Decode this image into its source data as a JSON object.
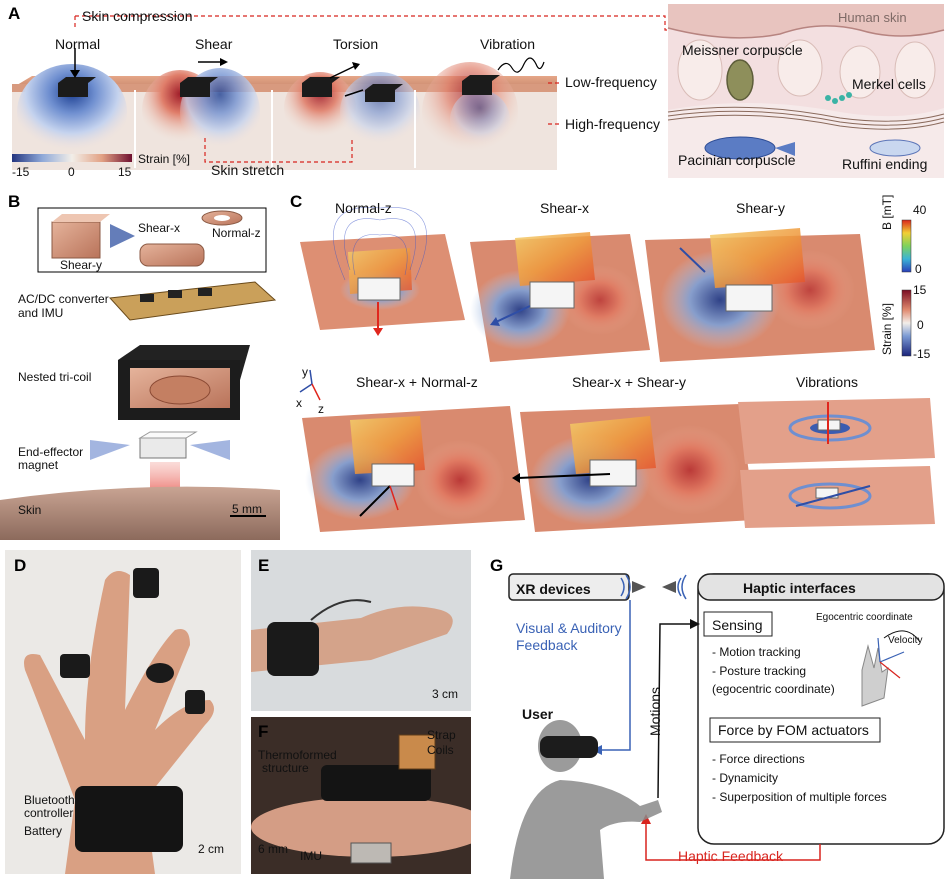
{
  "panels": {
    "A": {
      "label": "A",
      "skin_compression": "Skin compression",
      "skin_stretch": "Skin stretch",
      "modes": [
        "Normal",
        "Shear",
        "Torsion",
        "Vibration"
      ],
      "strain_label": "Strain [%]",
      "strain_ticks": [
        "-15",
        "0",
        "15"
      ],
      "human_skin": "Human skin",
      "meissner": "Meissner corpuscle",
      "merkel": "Merkel cells",
      "low_freq": "Low-frequency",
      "high_freq": "High-frequency",
      "pacinian": "Pacinian corpuscle",
      "ruffini": "Ruffini ending"
    },
    "B": {
      "label": "B",
      "shear_x": "Shear-x",
      "shear_y": "Shear-y",
      "normal_z": "Normal-z",
      "converter": "AC/DC converter\nand IMU",
      "converter_l1": "AC/DC converter",
      "converter_l2": "and IMU",
      "tricoil": "Nested tri-coil",
      "magnet_l1": "End-effector",
      "magnet_l2": "magnet",
      "skin": "Skin",
      "scale": "5 mm"
    },
    "C": {
      "label": "C",
      "titles": [
        "Normal-z",
        "Shear-x",
        "Shear-y",
        "Shear-x + Normal-z",
        "Shear-x + Shear-y",
        "Vibrations"
      ],
      "axes": [
        "y",
        "x",
        "z"
      ],
      "b_label": "B [mT]",
      "b_ticks": [
        "40",
        "0"
      ],
      "strain_label": "Strain [%]",
      "strain_ticks": [
        "15",
        "0",
        "-15"
      ]
    },
    "D": {
      "label": "D",
      "bluetooth_l1": "Bluetooth",
      "bluetooth_l2": "controller",
      "battery": "Battery",
      "scale": "2 cm"
    },
    "E": {
      "label": "E",
      "scale": "3 cm"
    },
    "F": {
      "label": "F",
      "strap": "Strap",
      "coils": "Coils",
      "thermo_l1": "Thermoformed",
      "thermo_l2": "structure",
      "scale": "6 mm",
      "imu": "IMU"
    },
    "G": {
      "label": "G",
      "xr_devices": "XR devices",
      "haptic_interfaces": "Haptic interfaces",
      "visual_l1": "Visual & Auditory",
      "visual_l2": "Feedback",
      "sensing": "Sensing",
      "sensing_items": [
        "- Motion tracking",
        "- Posture tracking",
        "(egocentric coordinate)"
      ],
      "egocentric": "Egocentric coordinate",
      "velocity": "Velocity",
      "force_title": "Force by FOM actuators",
      "force_items": [
        "- Force directions",
        "- Dynamicity",
        "- Superposition of multiple forces"
      ],
      "motions": "Motions",
      "user": "User",
      "haptic_feedback": "Haptic Feedback"
    }
  },
  "colors": {
    "skin": "#e8b29a",
    "strain_high": "#c0392b",
    "strain_low": "#2b5aa8",
    "feedback_red": "#d8241e",
    "feedback_blue": "#3a62b5"
  }
}
